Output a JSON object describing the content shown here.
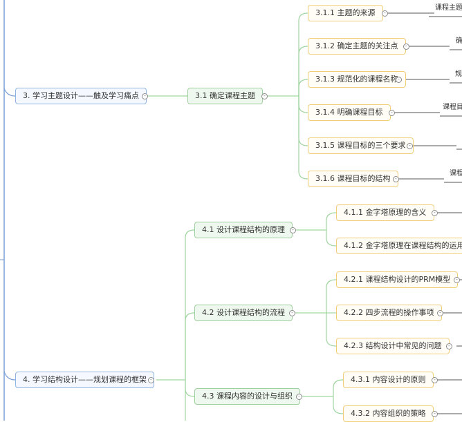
{
  "nodes": {
    "s3": "3. 学习主题设计——触及学习痛点",
    "s4": "4. 学习结构设计——规划课程的框架",
    "s31": "3.1 确定课程主题",
    "s311": "3.1.1 主题的来源",
    "s312": "3.1.2 确定主题的关注点",
    "s313": "3.1.3 规范化的课程名称",
    "s314": "3.1.4 明确课程目标",
    "s315": "3.1.5 课程目标的三个要求",
    "s316": "3.1.6 课程目标的结构",
    "s41": "4.1 设计课程结构的原理",
    "s411": "4.1.1 金字塔原理的含义",
    "s412": "4.1.2 金字塔原理在课程结构的运用",
    "s42": "4.2 设计课程结构的流程",
    "s421": "4.2.1 课程结构设计的PRM模型",
    "s422": "4.2.2 四步流程的操作事项",
    "s423": "4.2.3 结构设计中常见的问题",
    "s43": "4.3 课程内容的设计与组织",
    "s431": "4.3.1 内容设计的原则",
    "s432": "4.3.2 内容组织的策略"
  },
  "leaves": {
    "l311": "课程主题",
    "l312": "确",
    "l313": "规",
    "l314": "课程目",
    "l316": "课程"
  },
  "toggle_symbol": "-",
  "colors": {
    "level1_border": "#8fb4e0",
    "level2_border": "#9fcf9f",
    "level3_border": "#f1cf7a",
    "connector": "#9fd69f",
    "leaf_line": "#555555",
    "trunk": "#7a9fd6"
  }
}
